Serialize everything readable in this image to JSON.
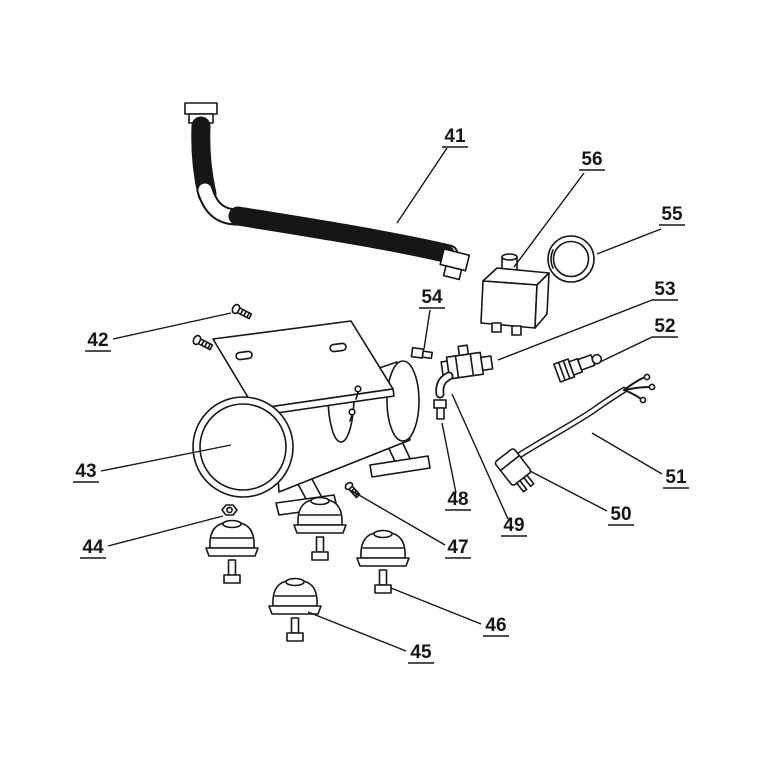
{
  "figure": {
    "kind": "exploded-parts-diagram",
    "colors": {
      "ink": "#161616",
      "background": "#ffffff"
    }
  },
  "parts": [
    {
      "num": "41",
      "label": [
        455,
        142
      ],
      "leader": [
        447,
        148,
        397,
        223
      ]
    },
    {
      "num": "42",
      "label": [
        98,
        346
      ],
      "leader": [
        113,
        339,
        231,
        313
      ]
    },
    {
      "num": "43",
      "label": [
        86,
        477
      ],
      "leader": [
        101,
        471,
        231,
        445
      ]
    },
    {
      "num": "44",
      "label": [
        93,
        553
      ],
      "leader": [
        108,
        546,
        223,
        516
      ]
    },
    {
      "num": "45",
      "label": [
        421,
        658
      ],
      "leader": [
        406,
        651,
        308,
        612
      ]
    },
    {
      "num": "46",
      "label": [
        496,
        631
      ],
      "leader": [
        481,
        624,
        391,
        588
      ]
    },
    {
      "num": "47",
      "label": [
        458,
        553
      ],
      "leader": [
        445,
        545,
        352,
        491
      ]
    },
    {
      "num": "48",
      "label": [
        458,
        505
      ],
      "leader": [
        456,
        493,
        442,
        423
      ]
    },
    {
      "num": "49",
      "label": [
        514,
        531
      ],
      "leader": [
        508,
        519,
        452,
        394
      ]
    },
    {
      "num": "50",
      "label": [
        621,
        520
      ],
      "leader": [
        607,
        511,
        530,
        471
      ]
    },
    {
      "num": "51",
      "label": [
        676,
        483
      ],
      "leader": [
        662,
        474,
        592,
        433
      ]
    },
    {
      "num": "52",
      "label": [
        665,
        332
      ],
      "leader": [
        652,
        337,
        600,
        362
      ]
    },
    {
      "num": "53",
      "label": [
        665,
        295
      ],
      "leader": [
        652,
        300,
        498,
        360
      ]
    },
    {
      "num": "54",
      "label": [
        432,
        303
      ],
      "leader": [
        430,
        310,
        424,
        349
      ]
    },
    {
      "num": "55",
      "label": [
        672,
        220
      ],
      "leader": [
        661,
        229,
        597,
        254
      ]
    },
    {
      "num": "56",
      "label": [
        592,
        165
      ],
      "leader": [
        584,
        173,
        514,
        267
      ]
    }
  ]
}
